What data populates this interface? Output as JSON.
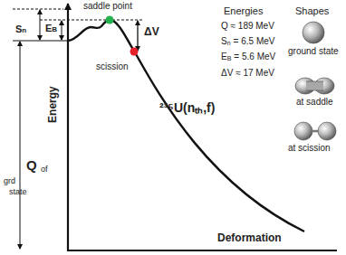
{
  "diagram": {
    "labels": [
      "saddle point",
      "Energies",
      "Shapes",
      "Q ≈ 189 MeV",
      "S",
      "n",
      "= 6.5 MeV",
      "E",
      "B",
      "= 5.6 MeV",
      "ΔV ≈ 17 MeV",
      "ground state",
      "S",
      "n",
      "E",
      "B",
      "ΔV",
      "scission",
      "at saddle",
      "²³⁵U(nₜₕ,f)",
      "Energy",
      "at scission",
      "Q",
      "of",
      "grd",
      "state",
      "Deformation"
    ]
  }
}
